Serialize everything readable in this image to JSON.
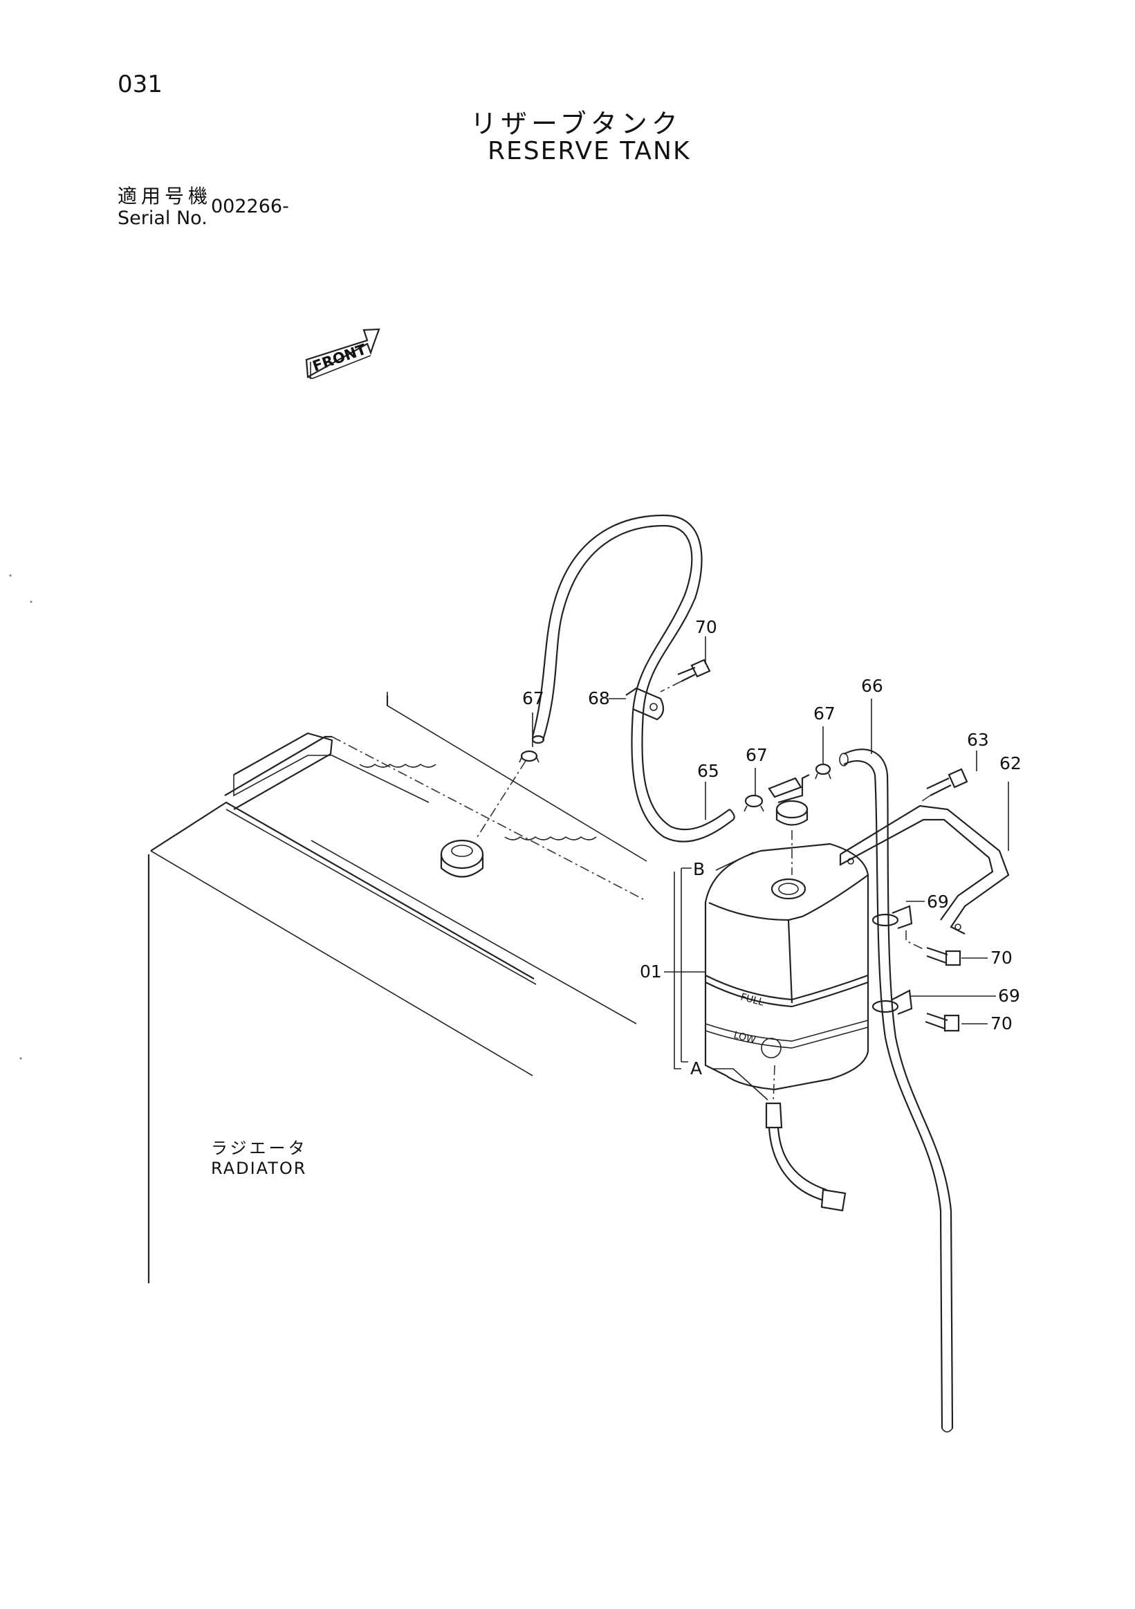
{
  "header": {
    "page_number": "031",
    "title_jp": "リザーブタンク",
    "title_en": "RESERVE TANK"
  },
  "serial": {
    "label_jp": "適用号機",
    "label_en": "Serial No.",
    "value": "002266-"
  },
  "front_arrow": {
    "label": "FRONT",
    "icon": "front-arrow-icon"
  },
  "radiator": {
    "label_jp": "ラジエータ",
    "label_en": "RADIATOR"
  },
  "tank_labels": {
    "full": "FULL",
    "low": "LOW"
  },
  "view_refs": {
    "a": "A",
    "b": "B"
  },
  "parts": {
    "p01": "01",
    "p62": "62",
    "p63": "63",
    "p65": "65",
    "p66": "66",
    "p67_a": "67",
    "p67_b": "67",
    "p67_c": "67",
    "p68": "68",
    "p69_a": "69",
    "p69_b": "69",
    "p70_a": "70",
    "p70_b": "70",
    "p70_c": "70"
  }
}
